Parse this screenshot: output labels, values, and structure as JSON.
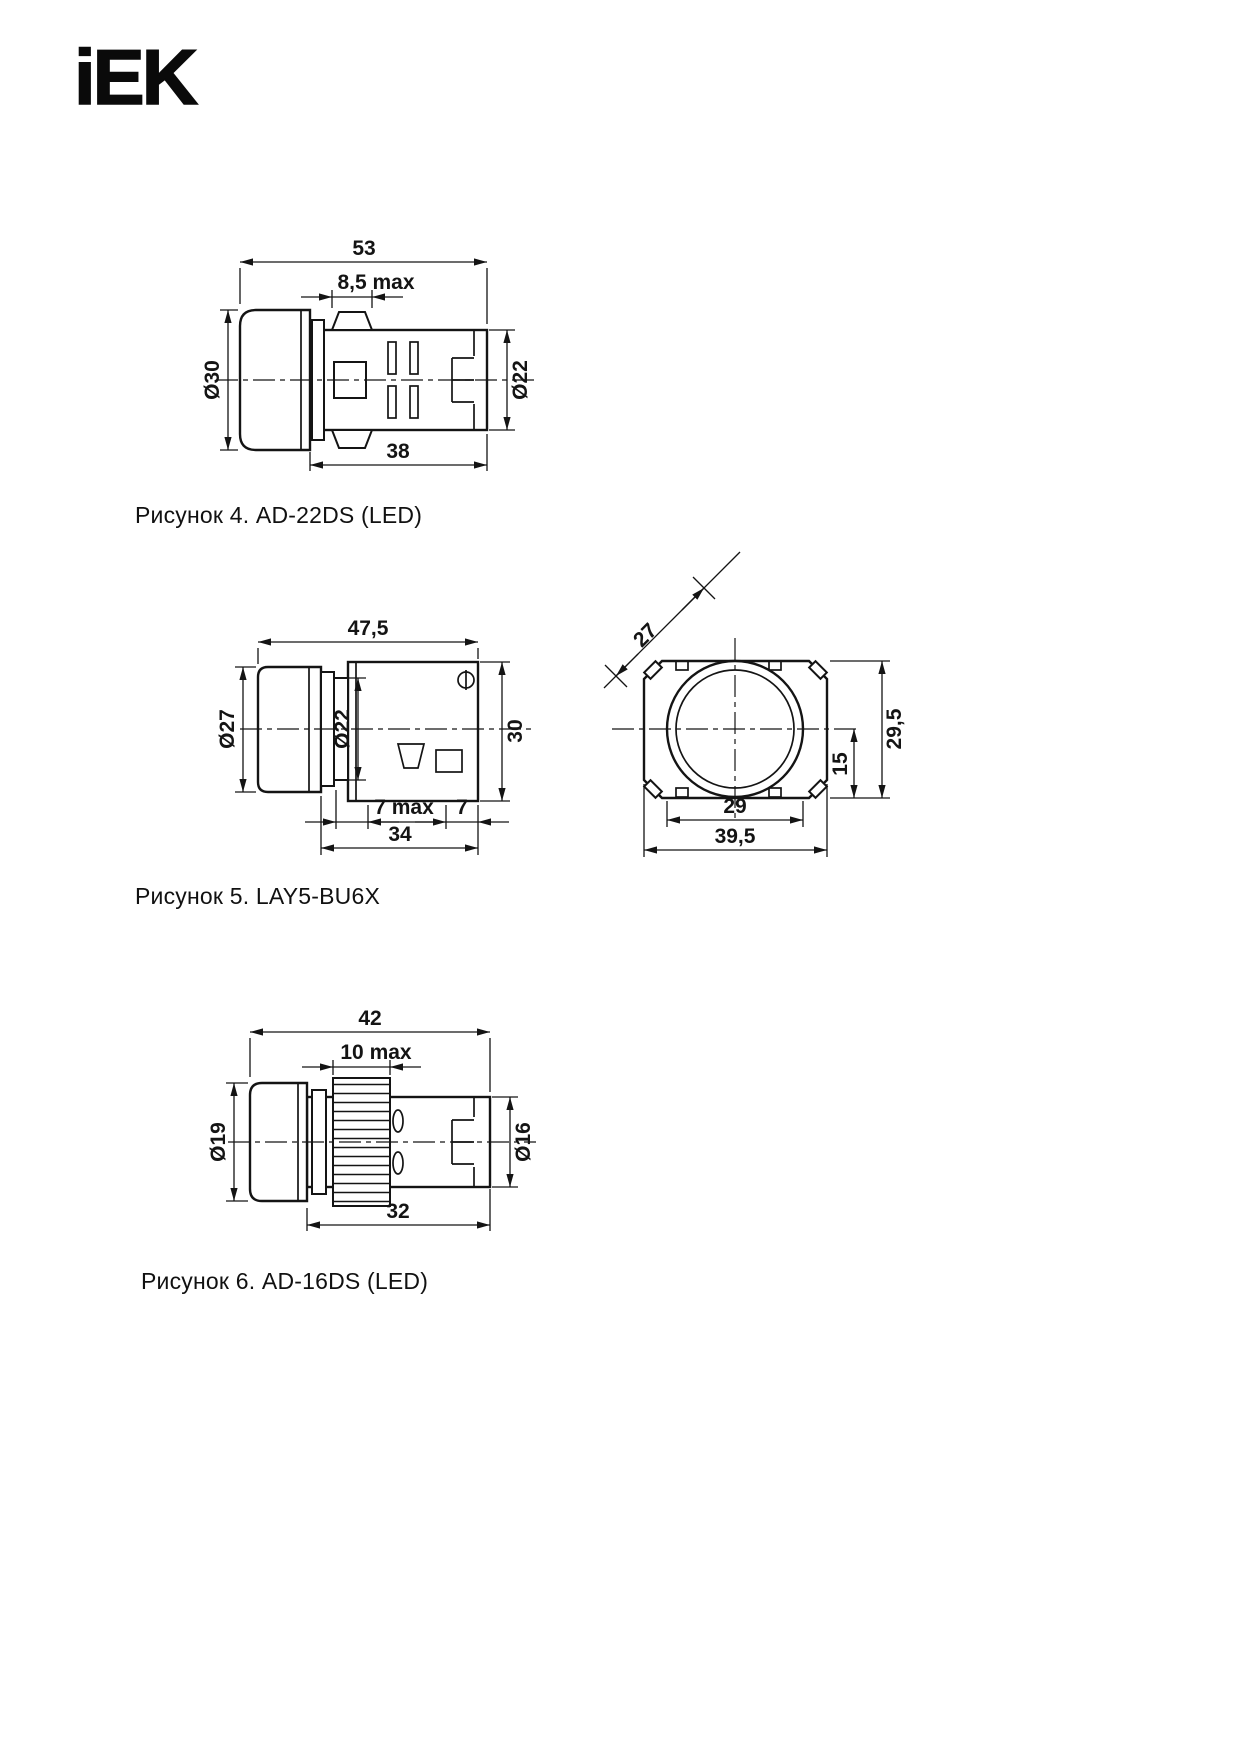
{
  "page": {
    "brand": "iEK"
  },
  "figures": [
    {
      "caption": "Рисунок 4. AD-22DS (LED)",
      "dims": {
        "width_total": "53",
        "panel": "8,5 max",
        "d_head": "Ø30",
        "d_body": "Ø22",
        "len_body": "38"
      }
    },
    {
      "caption": "Рисунок 5. LAY5-BU6X",
      "dims": {
        "width_total": "47,5",
        "d_head": "Ø27",
        "d_body": "Ø22",
        "height_rear": "30",
        "panel": "7 max",
        "tail": "7",
        "len_body": "34"
      },
      "front": {
        "d_cap": "27",
        "height_total": "29,5",
        "half": "15",
        "hole_w": "29",
        "width_total": "39,5"
      }
    },
    {
      "caption": "Рисунок 6. AD-16DS (LED)",
      "dims": {
        "width_total": "42",
        "panel": "10 max",
        "d_head": "Ø19",
        "d_body": "Ø16",
        "len_body": "32"
      }
    }
  ]
}
